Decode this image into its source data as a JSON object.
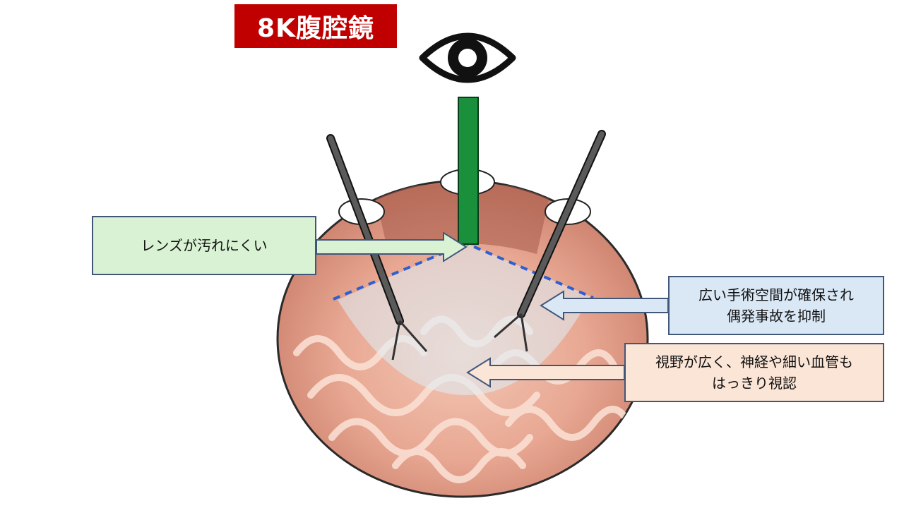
{
  "title": "8K腹腔鏡",
  "callouts": {
    "lens": {
      "line1": "レンズが汚れにくい"
    },
    "space": {
      "line1": "広い手術空間が確保され",
      "line2": "偶発事故を抑制"
    },
    "view": {
      "line1": "視野が広く、神経や細い血管も",
      "line2": "はっきり視認"
    }
  },
  "colors": {
    "title_bg": "#c00000",
    "scope_shaft": "#1a8f3c",
    "instrument": "#3a3a3a",
    "field_boundary": "#2f5fd0",
    "callout_border": "#41577a",
    "callout_lens_bg": "#d8f2d3",
    "callout_space_bg": "#dae8f6",
    "callout_view_bg": "#fbe5d6"
  },
  "icons": [
    "eye-icon",
    "laparoscope",
    "forceps-left",
    "forceps-right"
  ]
}
